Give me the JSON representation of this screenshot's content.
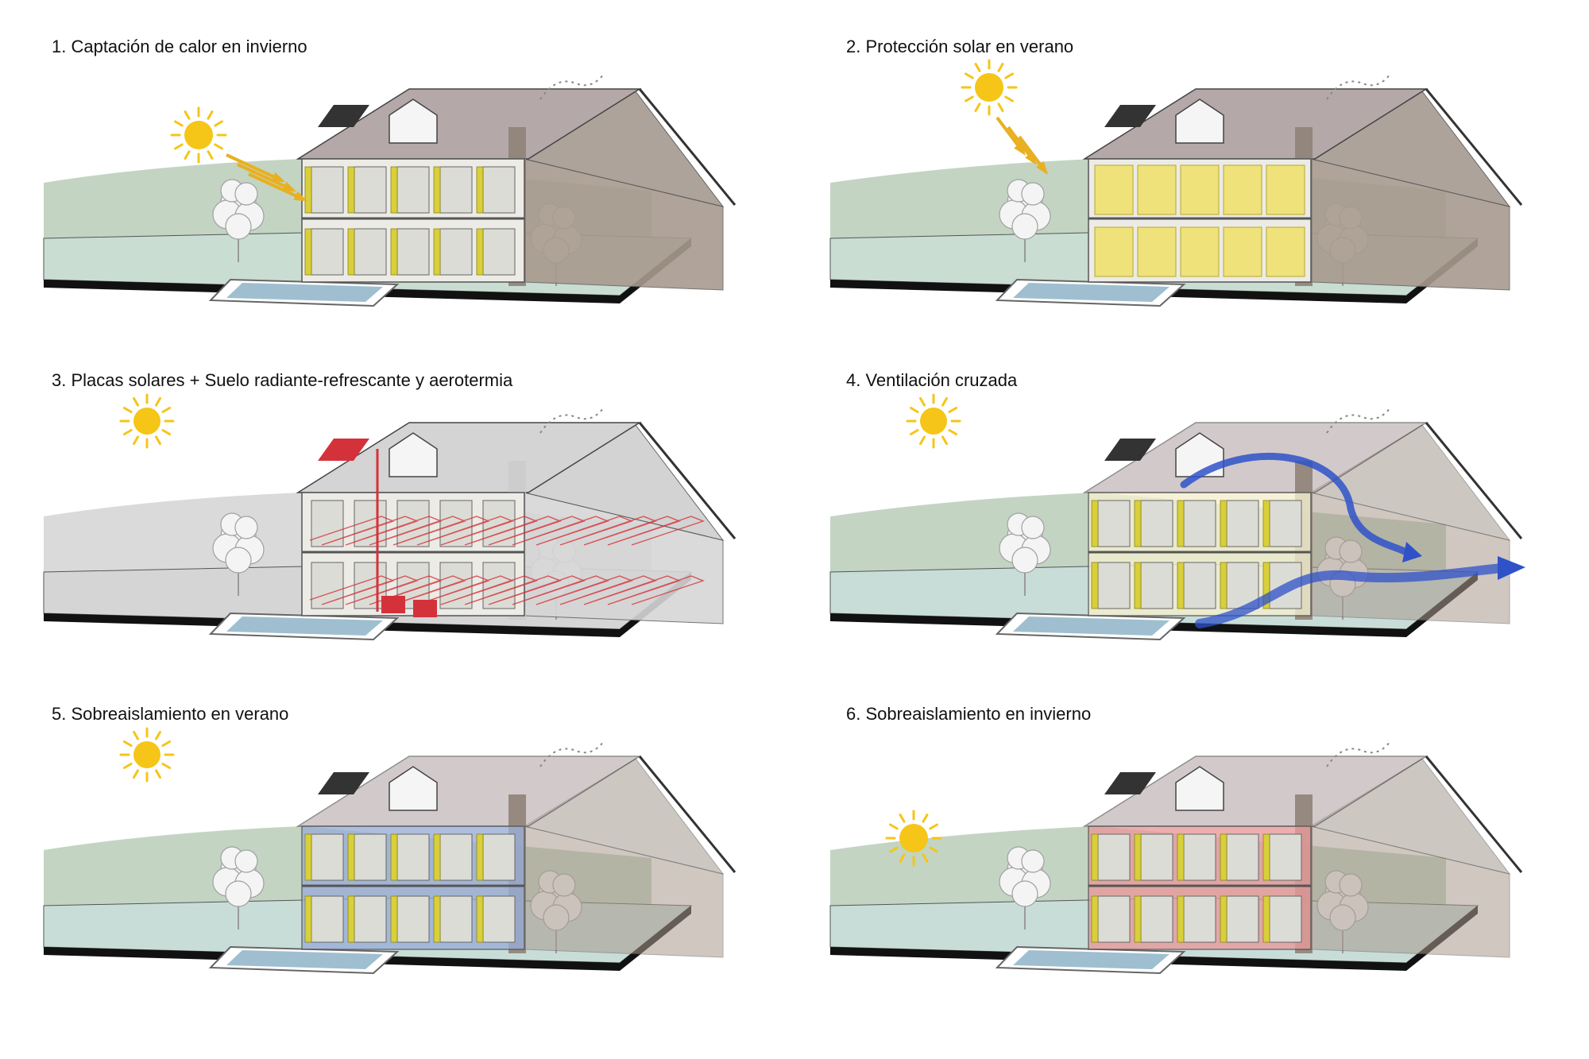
{
  "panels": [
    {
      "title": "1. Captación de calor en invierno",
      "variant": "winter-gain",
      "wall_tint": "",
      "ground": "#c9ddd2",
      "shutters": "open",
      "sun": true,
      "sun_rays": true,
      "pipes": false,
      "airflow": false
    },
    {
      "title": "2. Protección solar en verano",
      "variant": "summer-shade",
      "wall_tint": "",
      "ground": "#c9ddd2",
      "shutters": "closed",
      "sun": true,
      "sun_rays": true,
      "pipes": false,
      "airflow": false
    },
    {
      "title": "3. Placas solares + Suelo radiante-refrescante y aerotermia",
      "variant": "solar-floor",
      "wall_tint": "",
      "ground": "#d5d5d5",
      "shutters": "none",
      "sun": true,
      "sun_rays": false,
      "pipes": true,
      "airflow": false
    },
    {
      "title": "4. Ventilación cruzada",
      "variant": "cross-ventilation",
      "wall_tint": "#f3efcf",
      "ground": "#c9ddd8",
      "shutters": "open",
      "sun": true,
      "sun_rays": false,
      "pipes": false,
      "airflow": true
    },
    {
      "title": "5. Sobreaislamiento en verano",
      "variant": "summer-insulation",
      "wall_tint": "#9aaed8",
      "ground": "#c9ddd8",
      "shutters": "open",
      "sun": true,
      "sun_rays": false,
      "pipes": false,
      "airflow": false
    },
    {
      "title": "6. Sobreaislamiento en invierno",
      "variant": "winter-insulation",
      "wall_tint": "#e89a9a",
      "ground": "#c9ddd8",
      "shutters": "open",
      "sun": true,
      "sun_rays": false,
      "pipes": false,
      "airflow": false
    }
  ],
  "colors": {
    "sun": "#f5c518",
    "shutter": "#d8cf3a",
    "shutter_closed": "#efe27a",
    "pipe": "#d4323a",
    "air": "#2f52c9",
    "roof": "#b5a8a8",
    "brick": "#a89a8e",
    "hill": "#b8ccb8",
    "pool": "#9fbfd0",
    "base": "#111111"
  }
}
